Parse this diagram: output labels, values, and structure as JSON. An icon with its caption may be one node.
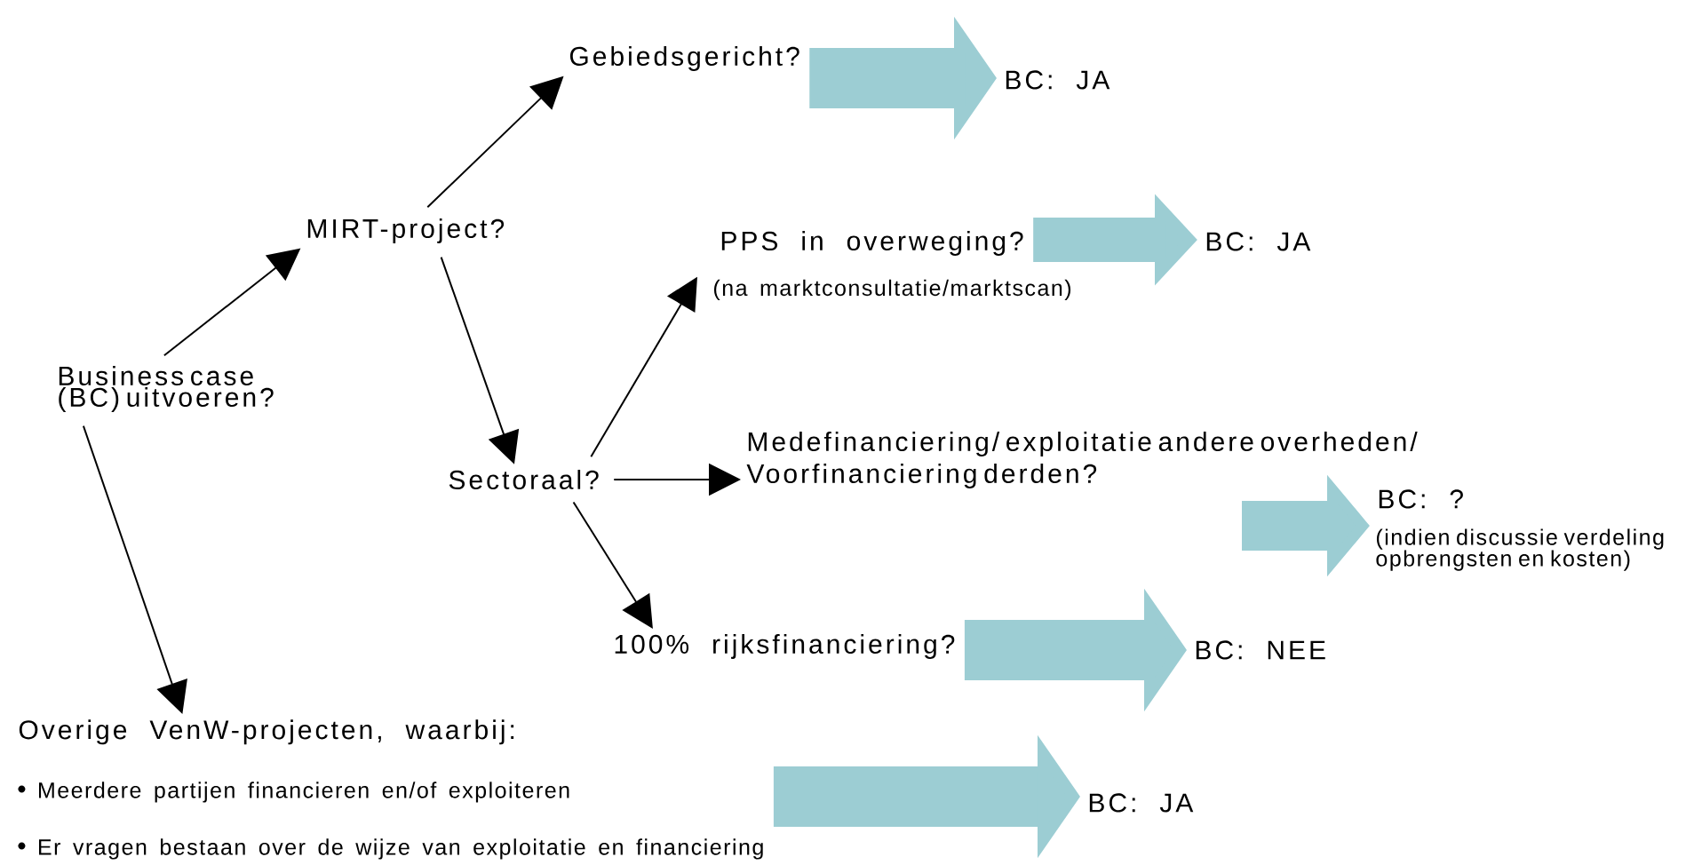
{
  "diagram": {
    "nodes": [
      {
        "text": [
          "Business case (BC) uitvoeren?"
        ]
      },
      {
        "text": [
          "MIRT-project?"
        ]
      },
      {
        "text": [
          "Gebiedsgericht?"
        ]
      },
      {
        "text": [
          "BC: JA"
        ]
      },
      {
        "text": [
          "PPS in overweging?"
        ],
        "beside": [
          "(na marktconsultatie/marktscan)"
        ]
      },
      {
        "text": [
          "BC: JA"
        ]
      },
      {
        "text": [
          "Sectoraal?"
        ]
      },
      {
        "text": [
          "Medefinanciering/ exploitatie andere overheden/ Voorfinanciering derden?"
        ]
      },
      {
        "text": [
          "BC: ?"
        ],
        "beside": [
          "(indien discussie verdeling opbrengsten en kosten)"
        ]
      },
      {
        "text": [
          "100% rijksfinanciering?"
        ]
      },
      {
        "text": [
          "BC: NEE"
        ]
      },
      {
        "text": [
          "Overige VenW-projecten, waarbij:",
          "Meerdere partijen financieren en/of exploiteren",
          "Er vragen bestaan over de wijze van exploitatie en financiering"
        ]
      },
      {
        "text": [
          "BC: JA"
        ]
      }
    ],
    "edges": [
      {
        "from": 0,
        "to": 1,
        "arrow": "to"
      },
      {
        "from": 1,
        "to": 2,
        "arrow": "to"
      },
      {
        "from": 1,
        "to": 6,
        "arrow": "to"
      },
      {
        "from": 6,
        "to": 4,
        "arrow": "to"
      },
      {
        "from": 6,
        "to": 7,
        "arrow": "to"
      },
      {
        "from": 6,
        "to": 9,
        "arrow": "to"
      },
      {
        "from": 0,
        "to": 11,
        "arrow": "to"
      },
      {
        "from": 2,
        "to": 3,
        "arrow": "to",
        "style": "thick",
        "color": "#9ccdd3"
      },
      {
        "from": 4,
        "to": 5,
        "arrow": "to",
        "style": "thick",
        "color": "#9ccdd3"
      },
      {
        "from": 7,
        "to": 8,
        "arrow": "to",
        "style": "thick",
        "color": "#9ccdd3"
      },
      {
        "from": 9,
        "to": 10,
        "arrow": "to",
        "style": "thick",
        "color": "#9ccdd3"
      },
      {
        "from": 11,
        "to": 12,
        "arrow": "to",
        "style": "thick",
        "color": "#9ccdd3"
      }
    ]
  }
}
